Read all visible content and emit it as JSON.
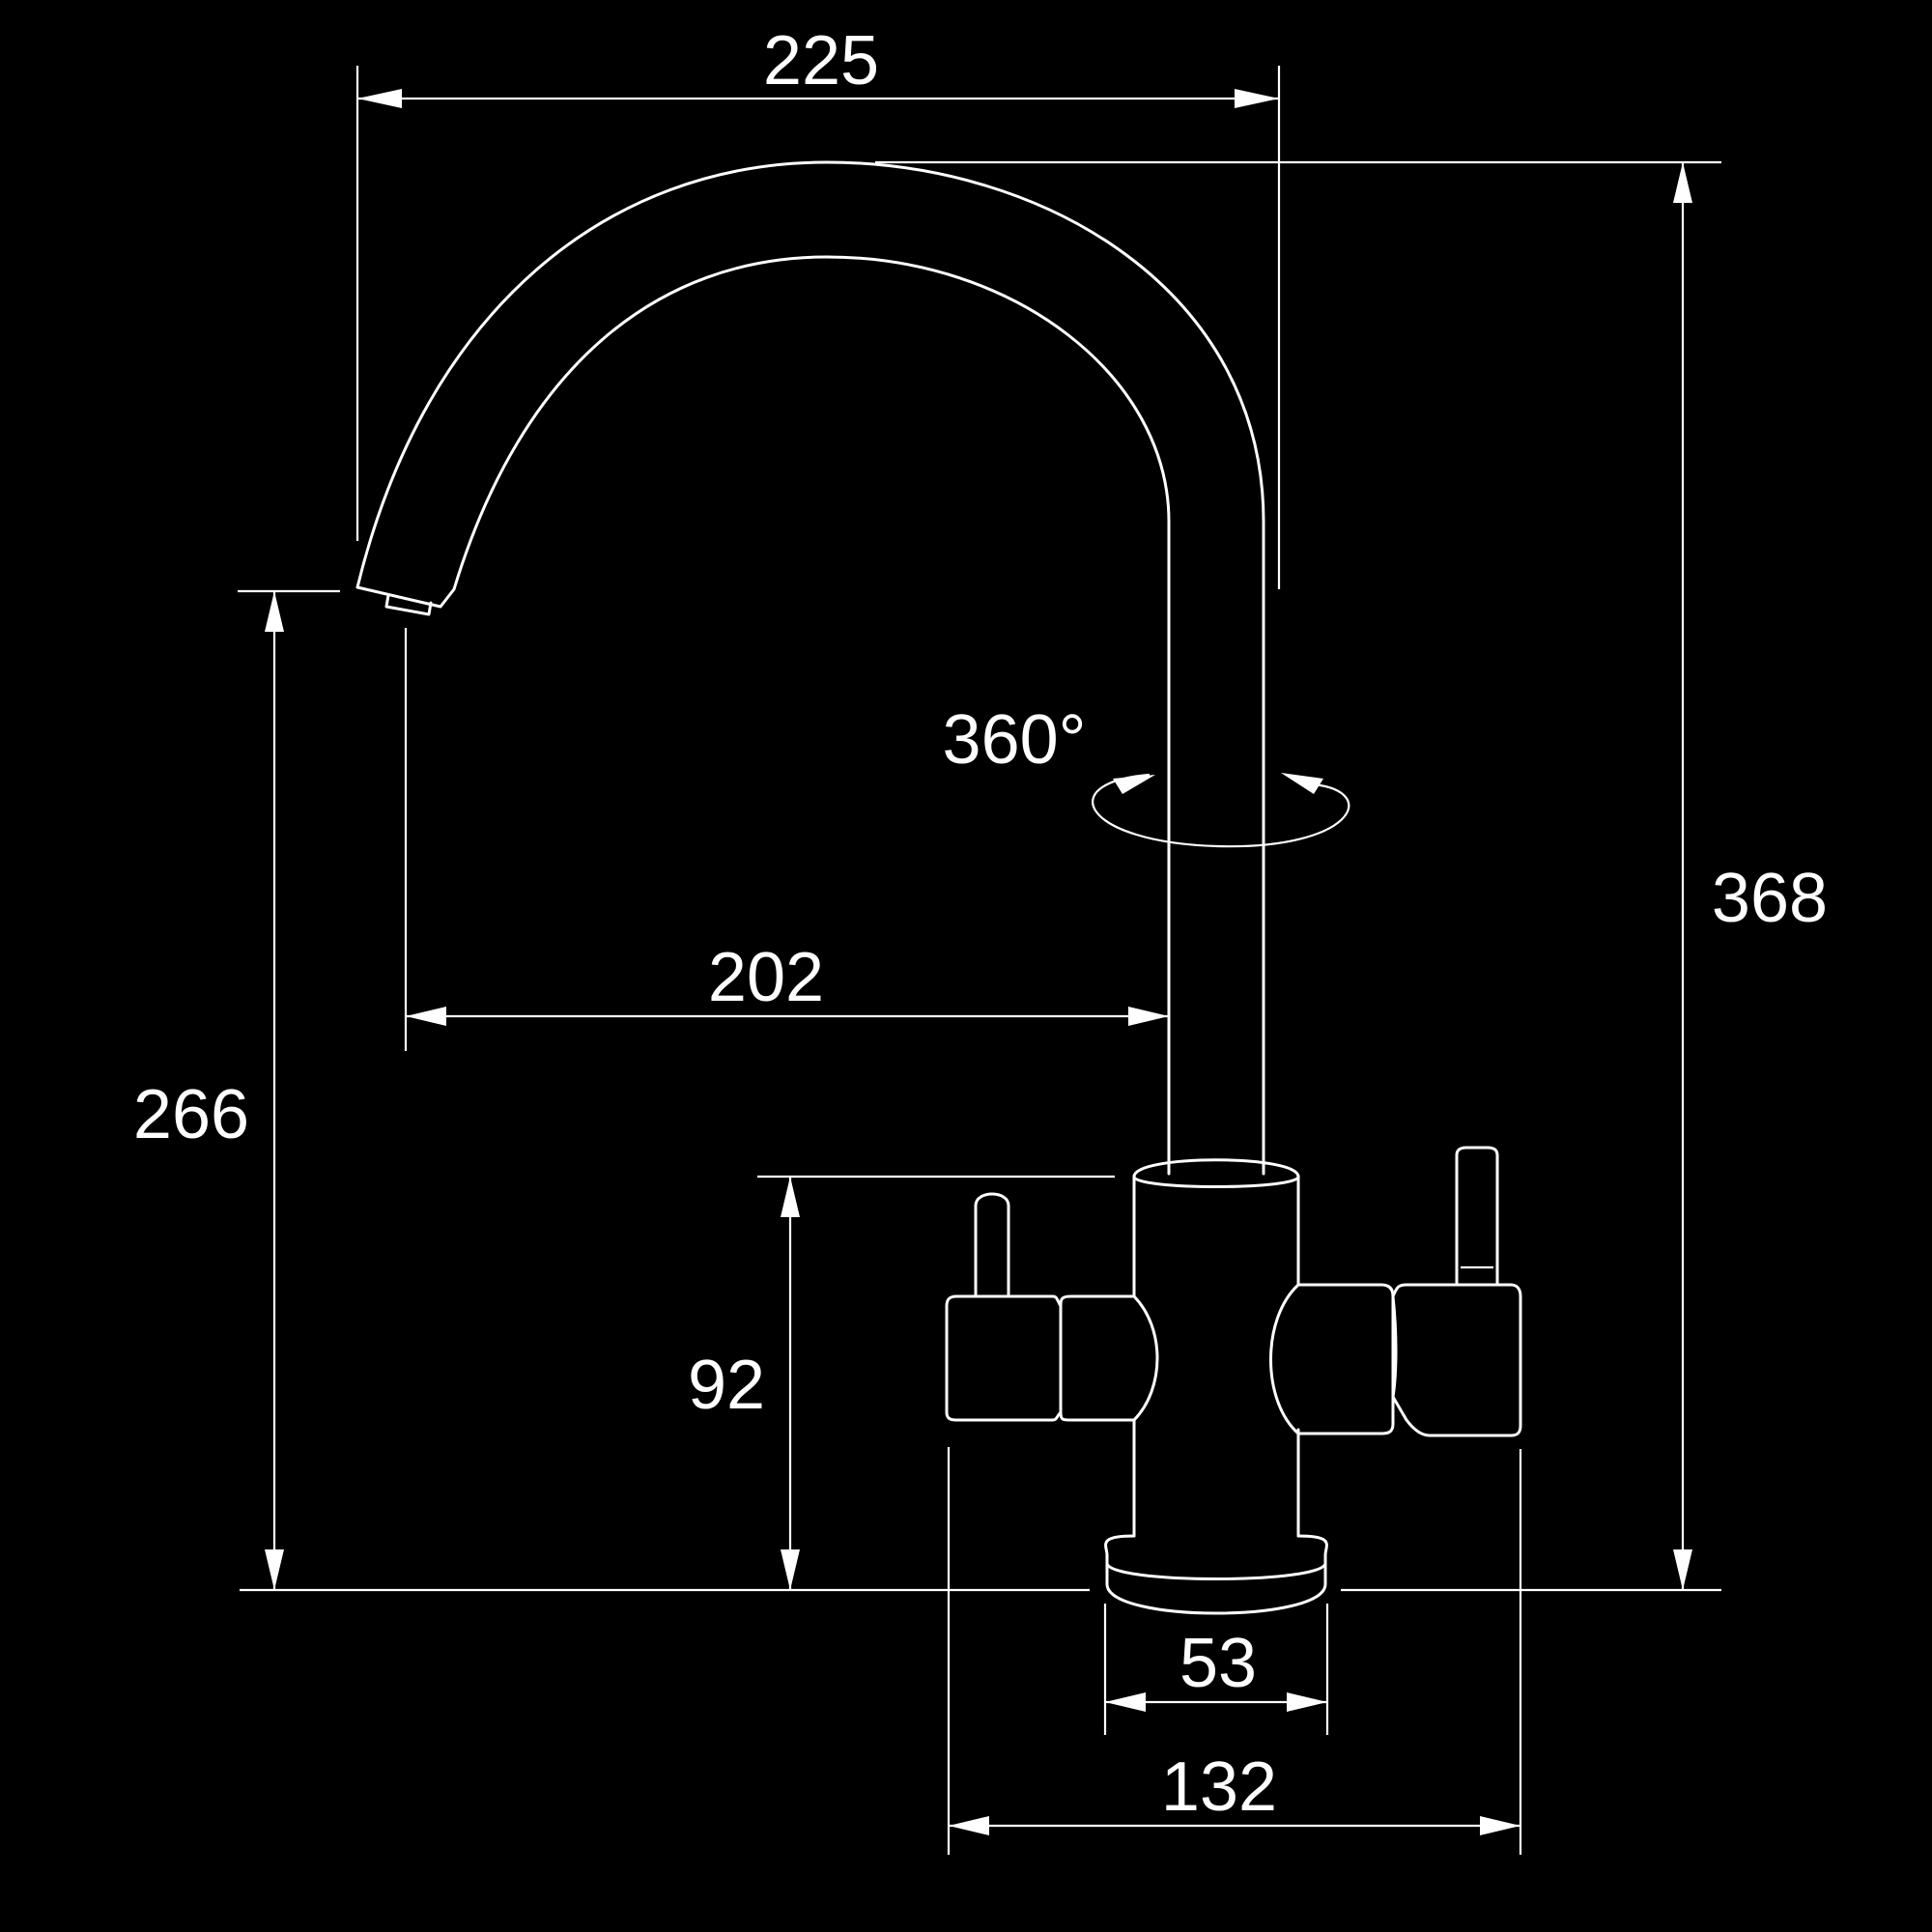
{
  "drawing": {
    "colors": {
      "background": "#000000",
      "line": "#ffffff"
    },
    "dimensions": {
      "spout_reach_total": "225",
      "overall_height": "368",
      "swivel_angle": "360°",
      "spout_reach_axis": "202",
      "spout_outlet_height": "266",
      "handle_height": "92",
      "base_diameter": "53",
      "handles_width": "132"
    }
  }
}
